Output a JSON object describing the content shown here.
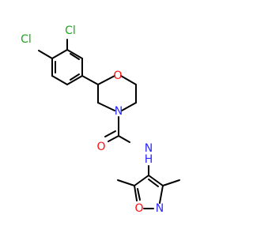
{
  "molecule": {
    "atoms": {
      "cl_top": "Cl",
      "cl_left": "Cl",
      "ring_oxygen": "O",
      "ring_nitrogen": "N",
      "carbonyl_oxygen": "O",
      "amide_nitrogen": "N",
      "amide_hydrogen": "H",
      "isoxazole_oxygen": "O",
      "isoxazole_nitrogen": "N"
    },
    "colors": {
      "chlorine": "#1fa51f",
      "oxygen": "#ff0d0d",
      "nitrogen": "#2929ff",
      "bond": "#000000"
    }
  }
}
